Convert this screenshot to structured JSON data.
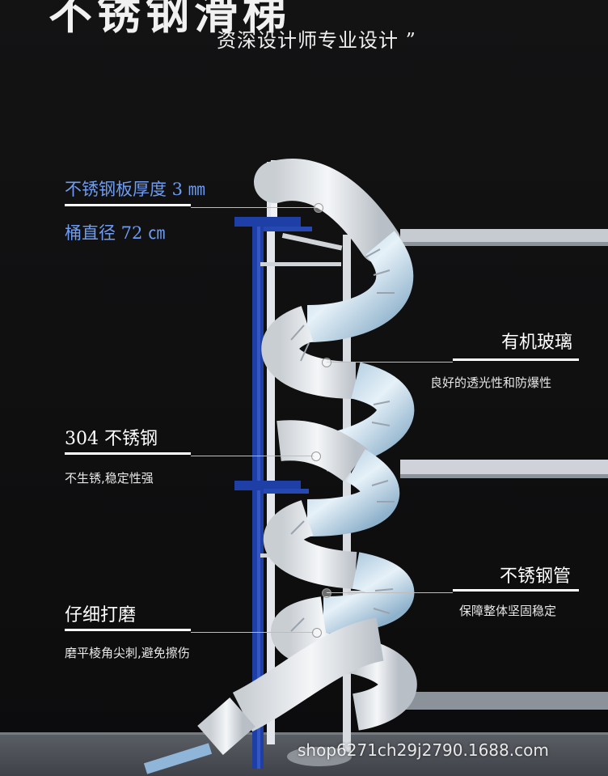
{
  "header": {
    "title_partial": "不锈钢滑梯",
    "subtitle": "资深设计师专业设计 ”"
  },
  "annotations": {
    "steel_thickness": "不锈钢板厚度 3 ㎜",
    "barrel_diameter": "桶直径 72 ㎝",
    "acrylic_title": "有机玻璃",
    "acrylic_desc": "良好的透光性和防爆性",
    "steel304_title": "304 不锈钢",
    "steel304_desc": "不生锈,稳定性强",
    "pipe_title": "不锈钢管",
    "pipe_desc": "保障整体坚固稳定",
    "polish_title": "仔细打磨",
    "polish_desc": "磨平棱角尖刺,避免擦伤"
  },
  "watermark": "shop6271ch29j2790.1688.com",
  "colors": {
    "background": "#0f0f10",
    "accent_blue": "#6f9cf0",
    "frame_blue": "#1e3fa6",
    "slide_white": "#e9ecef"
  }
}
